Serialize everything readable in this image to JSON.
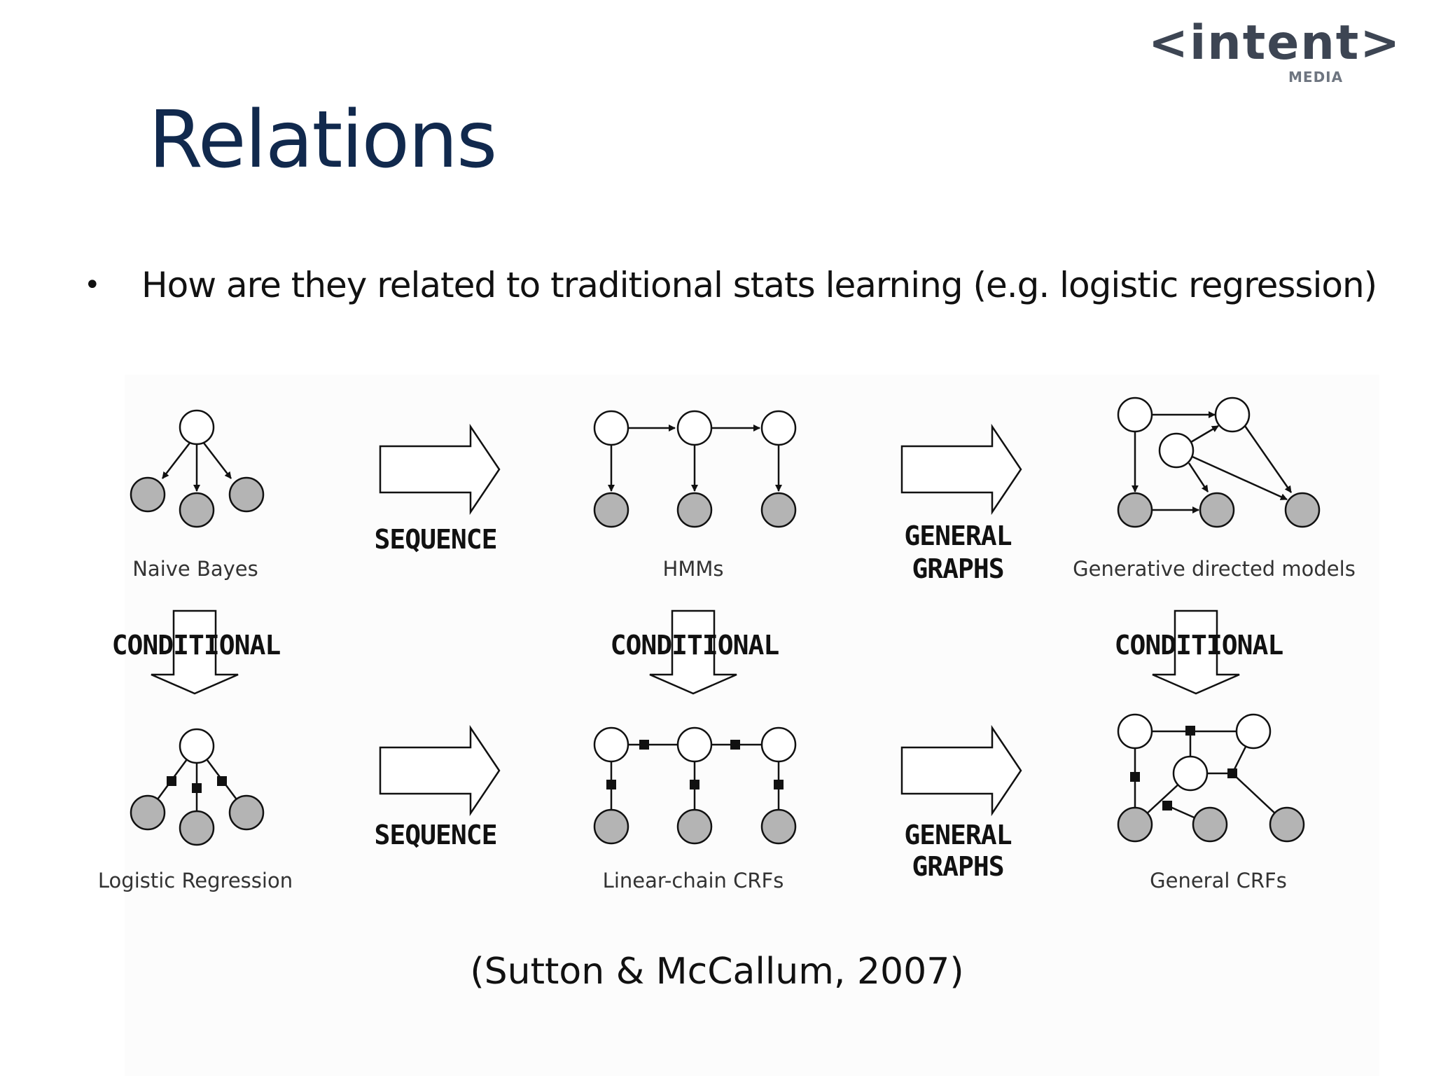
{
  "logo": {
    "main": "<intent>",
    "sub": "MEDIA"
  },
  "title": "Relations",
  "bullet": {
    "marker": "•",
    "text": "How are they related to traditional stats learning (e.g. logistic regression)"
  },
  "diagram": {
    "models": {
      "naive_bayes": "Naive Bayes",
      "hmms": "HMMs",
      "generative_directed": "Generative directed models",
      "logistic_regression": "Logistic Regression",
      "linear_chain_crfs": "Linear-chain CRFs",
      "general_crfs": "General CRFs"
    },
    "transitions": {
      "sequence": "SEQUENCE",
      "general_line1": "GENERAL",
      "general_line2": "GRAPHS",
      "conditional": "CONDITIONAL"
    },
    "colors": {
      "observed_node": "#b4b4b4",
      "hidden_node": "#ffffff",
      "edge": "#111111"
    }
  },
  "citation": "(Sutton & McCallum, 2007)"
}
